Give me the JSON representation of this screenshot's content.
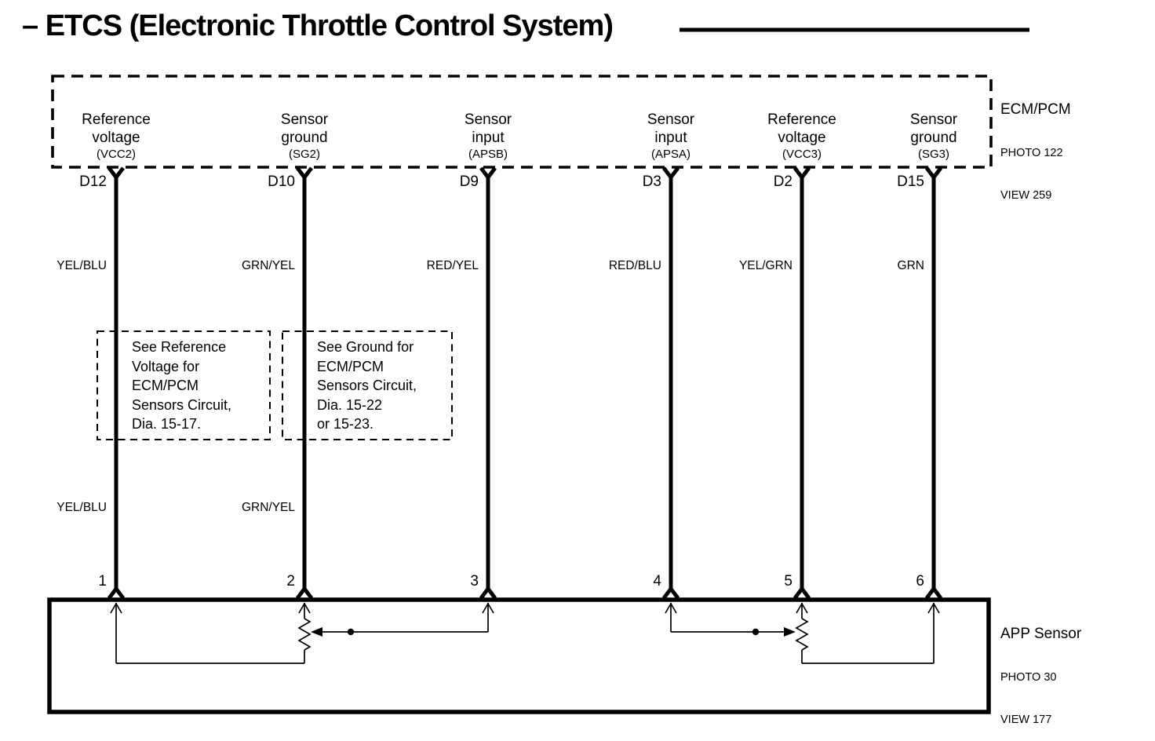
{
  "title": "– ETCS (Electronic Throttle Control System)",
  "ecm_unit": {
    "name": "ECM/PCM",
    "photo": "PHOTO 122",
    "view": "VIEW 259"
  },
  "app_unit": {
    "name": "APP Sensor",
    "photo": "PHOTO 30",
    "view": "VIEW 177"
  },
  "columns": [
    {
      "line1": "Reference",
      "line2": "voltage",
      "signal": "(VCC2)",
      "pin": "D12",
      "wire_color_upper": "YEL/BLU",
      "wire_color_lower": "YEL/BLU",
      "app_pin": "1"
    },
    {
      "line1": "Sensor",
      "line2": "ground",
      "signal": "(SG2)",
      "pin": "D10",
      "wire_color_upper": "GRN/YEL",
      "wire_color_lower": "GRN/YEL",
      "app_pin": "2"
    },
    {
      "line1": "Sensor",
      "line2": "input",
      "signal": "(APSB)",
      "pin": "D9",
      "wire_color_upper": "RED/YEL",
      "app_pin": "3"
    },
    {
      "line1": "Sensor",
      "line2": "input",
      "signal": "(APSA)",
      "pin": "D3",
      "wire_color_upper": "RED/BLU",
      "app_pin": "4"
    },
    {
      "line1": "Reference",
      "line2": "voltage",
      "signal": "(VCC3)",
      "pin": "D2",
      "wire_color_upper": "YEL/GRN",
      "app_pin": "5"
    },
    {
      "line1": "Sensor",
      "line2": "ground",
      "signal": "(SG3)",
      "pin": "D15",
      "wire_color_upper": "GRN",
      "app_pin": "6"
    }
  ],
  "notes": [
    {
      "lines": [
        "See Reference",
        "Voltage for",
        "ECM/PCM",
        "Sensors Circuit,",
        "Dia. 15-17."
      ]
    },
    {
      "lines": [
        "See Ground for",
        "ECM/PCM",
        "Sensors Circuit,",
        "Dia.   15-22",
        "or 15-23."
      ]
    }
  ],
  "colors": {
    "ink": "#000000",
    "background": "#ffffff"
  }
}
